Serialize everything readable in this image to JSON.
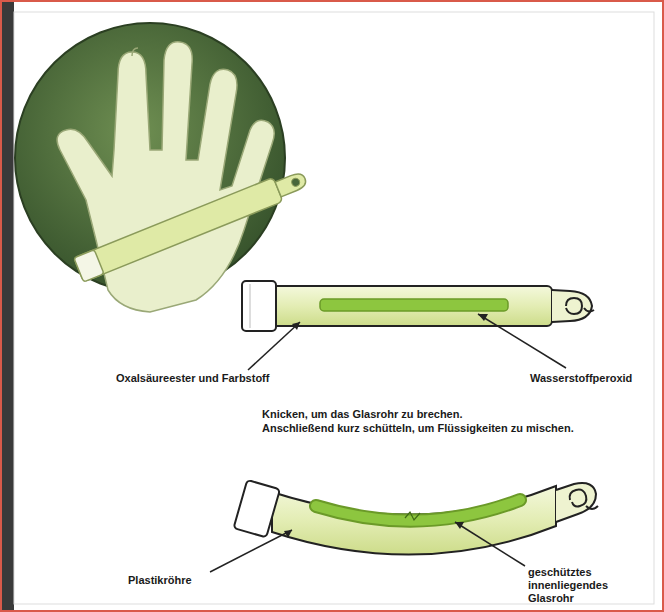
{
  "diagram": {
    "labels": [
      "Oxalsäureester und Farbstoff",
      "Wasserstoffperoxid",
      "Knicken, um das Glasrohr zu brechen.",
      "Anschließend kurz schütteln, um Flüssigkeiten zu mischen.",
      "Plastikröhre",
      "geschütztes innenliegendes Glasrohr"
    ]
  }
}
